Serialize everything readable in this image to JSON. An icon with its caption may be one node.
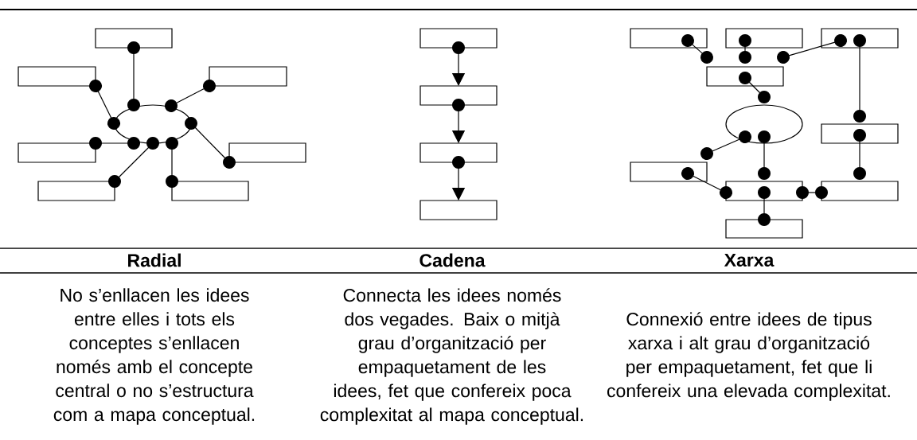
{
  "diagram": {
    "nodes": [
      {
        "text": [],
        "shape": "box"
      },
      {
        "text": [],
        "shape": "box"
      },
      {
        "text": [],
        "shape": "box"
      },
      {
        "text": [],
        "shape": "box"
      },
      {
        "text": [],
        "shape": "box"
      },
      {
        "text": [],
        "shape": "box"
      },
      {
        "text": [],
        "shape": "box"
      },
      {
        "text": [],
        "shape": "ellipse"
      },
      {
        "text": [],
        "shape": "box"
      },
      {
        "text": [],
        "shape": "box"
      },
      {
        "text": [],
        "shape": "box"
      },
      {
        "text": [],
        "shape": "box"
      },
      {
        "text": [],
        "shape": "box"
      },
      {
        "text": [],
        "shape": "box"
      },
      {
        "text": [],
        "shape": "box"
      },
      {
        "text": [],
        "shape": "box"
      },
      {
        "text": [],
        "shape": "ellipse"
      },
      {
        "text": [],
        "shape": "box"
      },
      {
        "text": [],
        "shape": "box"
      },
      {
        "text": [],
        "shape": "box"
      },
      {
        "text": [],
        "shape": "box"
      },
      {
        "text": [],
        "shape": "box"
      }
    ],
    "edges": [
      {
        "from": 0,
        "to": 7,
        "arrow": "other"
      },
      {
        "from": 1,
        "to": 7,
        "arrow": "other"
      },
      {
        "from": 2,
        "to": 7,
        "arrow": "other"
      },
      {
        "from": 3,
        "to": 7,
        "arrow": "other"
      },
      {
        "from": 4,
        "to": 7,
        "arrow": "other"
      },
      {
        "from": 5,
        "to": 7,
        "arrow": "other"
      },
      {
        "from": 6,
        "to": 7,
        "arrow": "other"
      },
      {
        "from": 8,
        "to": 9,
        "arrow": "to"
      },
      {
        "from": 9,
        "to": 10,
        "arrow": "to"
      },
      {
        "from": 10,
        "to": 11,
        "arrow": "to"
      },
      {
        "from": 12,
        "to": 15,
        "arrow": "other"
      },
      {
        "from": 13,
        "to": 15,
        "arrow": "other"
      },
      {
        "from": 14,
        "to": 15,
        "arrow": "other"
      },
      {
        "from": 14,
        "to": 17,
        "arrow": "other"
      },
      {
        "from": 15,
        "to": 16,
        "arrow": "other"
      },
      {
        "from": 16,
        "to": 18,
        "arrow": "other"
      },
      {
        "from": 16,
        "to": 19,
        "arrow": "other"
      },
      {
        "from": 17,
        "to": 20,
        "arrow": "other"
      },
      {
        "from": 18,
        "to": 19,
        "arrow": "other"
      },
      {
        "from": 19,
        "to": 20,
        "arrow": "other"
      },
      {
        "from": 19,
        "to": 21,
        "arrow": "other"
      }
    ],
    "labels": [
      "Radial",
      "Cadena",
      "Xarxa",
      "No s’enllacen les idees entre elles i tots els conceptes s’enllacen només amb el concepte central o no s’estructura com a mapa conceptual.",
      "Connecta les idees només dos vegades. Baix o mitjà grau d’organització per empaquetament de les idees, fet que confereix poca complexitat al mapa conceptual.",
      "Connexió entre idees de tipus xarxa i alt grau d’organització per empaquetament, fet que li confereix una elevada complexitat."
    ]
  }
}
